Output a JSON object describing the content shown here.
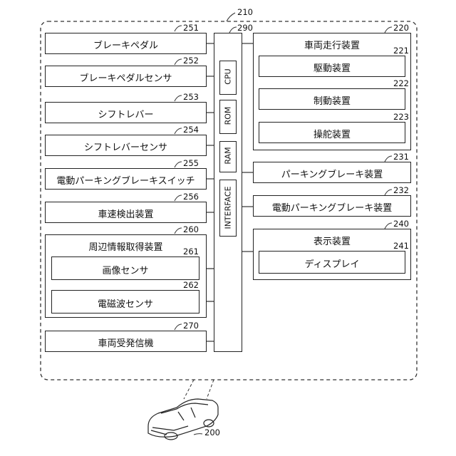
{
  "system": {
    "ref": "210"
  },
  "vehicle": {
    "ref": "200"
  },
  "controller": {
    "ref": "290",
    "cpu": "CPU",
    "rom": "ROM",
    "ram": "RAM",
    "interface": "INTERFACE"
  },
  "left_blocks": [
    {
      "ref": "251",
      "label": "ブレーキペダル"
    },
    {
      "ref": "252",
      "label": "ブレーキペダルセンサ"
    },
    {
      "ref": "253",
      "label": "シフトレバー"
    },
    {
      "ref": "254",
      "label": "シフトレバーセンサ"
    },
    {
      "ref": "255",
      "label": "電動パーキングブレーキスイッチ"
    },
    {
      "ref": "256",
      "label": "車速検出装置"
    },
    {
      "ref": "260",
      "label": "周辺情報取得装置"
    },
    {
      "ref": "261",
      "label": "画像センサ"
    },
    {
      "ref": "262",
      "label": "電磁波センサ"
    },
    {
      "ref": "270",
      "label": "車両受発信機"
    }
  ],
  "right_blocks": [
    {
      "ref": "220",
      "label": "車両走行装置"
    },
    {
      "ref": "221",
      "label": "駆動装置"
    },
    {
      "ref": "222",
      "label": "制動装置"
    },
    {
      "ref": "223",
      "label": "操舵装置"
    },
    {
      "ref": "231",
      "label": "パーキングブレーキ装置"
    },
    {
      "ref": "232",
      "label": "電動パーキングブレーキ装置"
    },
    {
      "ref": "240",
      "label": "表示装置"
    },
    {
      "ref": "241",
      "label": "ディスプレイ"
    }
  ]
}
